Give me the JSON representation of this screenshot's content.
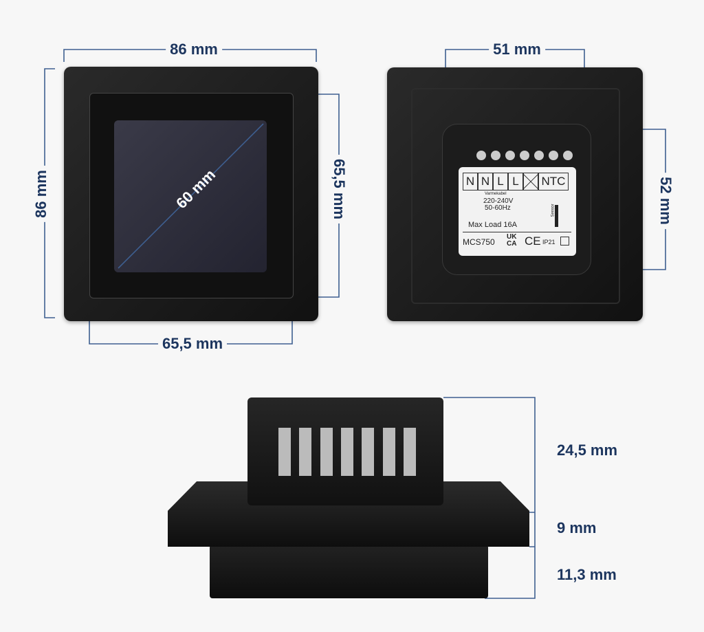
{
  "colors": {
    "dimension": "#1c355e",
    "line": "#3e5f90",
    "product": "#161616",
    "background": "#f7f7f7"
  },
  "front_view": {
    "width": "86 mm",
    "height": "86 mm",
    "frame_width": "65,5 mm",
    "frame_height": "65,5 mm",
    "screen_diagonal": "60 mm"
  },
  "back_view": {
    "module_width": "51 mm",
    "module_height": "52 mm",
    "label": {
      "terminals": [
        "N",
        "N",
        "L",
        "L",
        "",
        "NTC"
      ],
      "supply": "220-240V",
      "frequency": "50-60Hz",
      "heater_caption": "Varmekabel",
      "sensor_caption": "Sensor",
      "max_load": "Max Load 16A",
      "model": "MCS750",
      "marks": [
        "UK CA",
        "CE",
        "IP21"
      ]
    }
  },
  "side_view": {
    "module_depth": "24,5 mm",
    "plate_depth": "9 mm",
    "base_depth": "11,3 mm"
  }
}
